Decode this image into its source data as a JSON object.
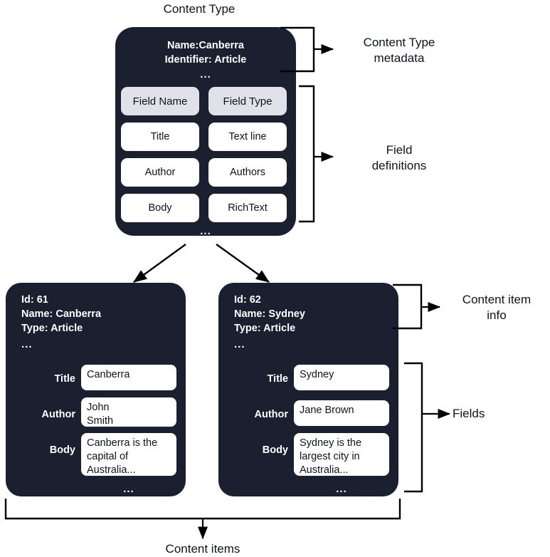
{
  "diagram": {
    "title": "Content Type",
    "bottom_label": "Content items",
    "annotations": {
      "metadata": "Content Type\nmetadata",
      "field_definitions": "Field\ndefinitions",
      "content_item_info": "Content item\ninfo",
      "fields": "Fields"
    },
    "colors": {
      "card_bg": "#1b2030",
      "chip_bg": "#ffffff",
      "chip_header_bg": "#e1e2e9",
      "text_light": "#ffffff",
      "text_dark": "#111318",
      "line": "#000000",
      "page_bg": "#ffffff"
    }
  },
  "content_type": {
    "meta_lines": [
      "Name:Canberra",
      "Identifier: Article"
    ],
    "meta_ellipsis": "...",
    "bottom_ellipsis": "...",
    "table": {
      "headers": [
        "Field Name",
        "Field Type"
      ],
      "rows": [
        {
          "name": "Title",
          "type": "Text line"
        },
        {
          "name": "Author",
          "type": "Authors"
        },
        {
          "name": "Body",
          "type": "RichText"
        }
      ]
    }
  },
  "content_items": [
    {
      "meta_lines": [
        "Id: 61",
        "Name: Canberra",
        "Type: Article"
      ],
      "meta_ellipsis": "...",
      "bottom_ellipsis": "...",
      "fields": [
        {
          "label": "Title",
          "value": "Canberra"
        },
        {
          "label": "Author",
          "value": "John\nSmith"
        },
        {
          "label": "Body",
          "value": "Canberra is the capital of Australia..."
        }
      ]
    },
    {
      "meta_lines": [
        "Id: 62",
        "Name: Sydney",
        "Type: Article"
      ],
      "meta_ellipsis": "...",
      "bottom_ellipsis": "...",
      "fields": [
        {
          "label": "Title",
          "value": "Sydney"
        },
        {
          "label": "Author",
          "value": "Jane Brown"
        },
        {
          "label": "Body",
          "value": "Sydney is the largest city in Australia..."
        }
      ]
    }
  ]
}
